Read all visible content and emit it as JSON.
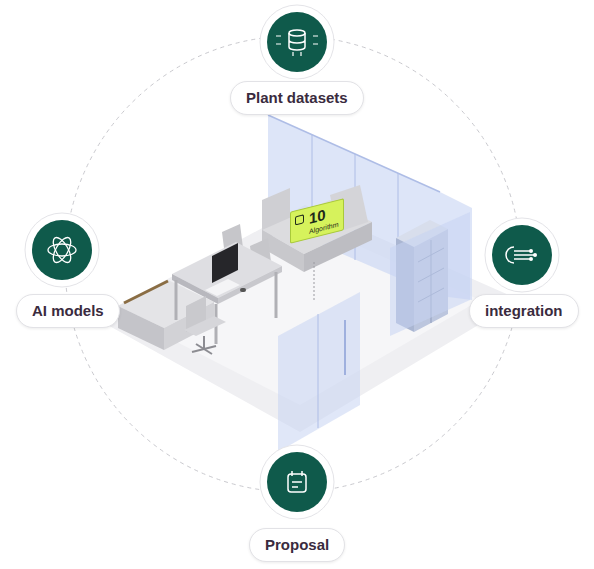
{
  "diagram": {
    "nodes": [
      {
        "text": [
          "Plant datasets"
        ]
      },
      {
        "text": [
          "10",
          "Algorithm"
        ]
      },
      {
        "text": [
          "AI models"
        ]
      },
      {
        "text": [
          "integration"
        ]
      },
      {
        "text": [
          "Proposal"
        ]
      }
    ]
  }
}
